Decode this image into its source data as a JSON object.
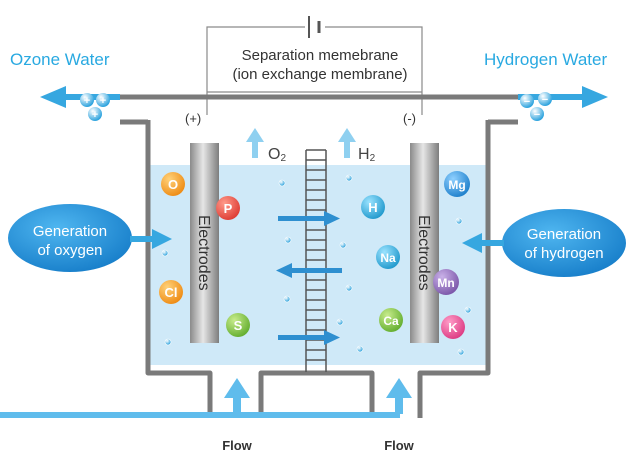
{
  "labels": {
    "ozone_water": "Ozone Water",
    "hydrogen_water": "Hydrogen Water",
    "membrane_line1": "Separation memebrane",
    "membrane_line2": "(ion exchange membrane)",
    "plus_terminal": "(+)",
    "minus_terminal": "(-)",
    "o2": "O",
    "o2_sub": "2",
    "h2": "H",
    "h2_sub": "2",
    "electrode_left": "Electrodes",
    "electrode_right": "Electrodes",
    "gen_oxygen_1": "Generation",
    "gen_oxygen_2": "of oxygen",
    "gen_hydrogen_1": "Generation",
    "gen_hydrogen_2": "of hydrogen",
    "flow_left": "Flow",
    "flow_right": "Flow",
    "plus_sign": "+",
    "minus_sign": "−"
  },
  "ions": {
    "o": "O",
    "p": "P",
    "cl": "Cl",
    "s": "S",
    "h": "H",
    "na": "Na",
    "mg": "Mg",
    "mn": "Mn",
    "ca": "Ca",
    "k": "K"
  },
  "colors": {
    "water": "#cfe9f8",
    "ozone_text": "#29a9e1",
    "arrow_blue": "#36a7e0",
    "callout_blue": "#1e8fd6",
    "tank_gray": "#7a7a7a",
    "ion_orange": "#f39a1e",
    "ion_red": "#e9493f",
    "ion_green": "#7cc242",
    "ion_blue": "#2a8fd6",
    "ion_purple": "#8a66b5",
    "ion_pink": "#e8488f",
    "ion_cyan": "#2fa9d8"
  }
}
